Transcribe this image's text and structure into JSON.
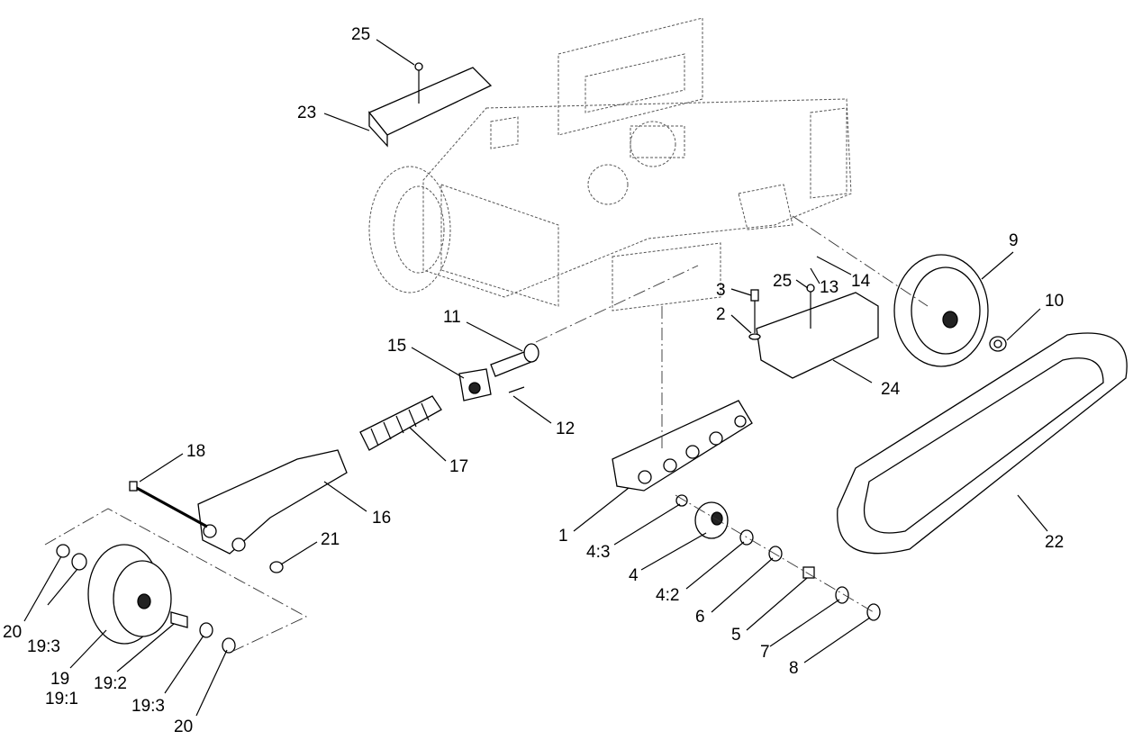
{
  "callouts": [
    {
      "id": "c25a",
      "label": "25"
    },
    {
      "id": "c23",
      "label": "23"
    },
    {
      "id": "c9",
      "label": "9"
    },
    {
      "id": "c10",
      "label": "10"
    },
    {
      "id": "c25b",
      "label": "25"
    },
    {
      "id": "c13",
      "label": "13"
    },
    {
      "id": "c14",
      "label": "14"
    },
    {
      "id": "c3",
      "label": "3"
    },
    {
      "id": "c2",
      "label": "2"
    },
    {
      "id": "c24",
      "label": "24"
    },
    {
      "id": "c11",
      "label": "11"
    },
    {
      "id": "c15",
      "label": "15"
    },
    {
      "id": "c12",
      "label": "12"
    },
    {
      "id": "c18",
      "label": "18"
    },
    {
      "id": "c17",
      "label": "17"
    },
    {
      "id": "c16",
      "label": "16"
    },
    {
      "id": "c21",
      "label": "21"
    },
    {
      "id": "c1",
      "label": "1"
    },
    {
      "id": "c4_3",
      "label": "4:3"
    },
    {
      "id": "c4",
      "label": "4"
    },
    {
      "id": "c4_2",
      "label": "4:2"
    },
    {
      "id": "c6",
      "label": "6"
    },
    {
      "id": "c5",
      "label": "5"
    },
    {
      "id": "c7",
      "label": "7"
    },
    {
      "id": "c8",
      "label": "8"
    },
    {
      "id": "c22",
      "label": "22"
    },
    {
      "id": "c20a",
      "label": "20"
    },
    {
      "id": "c19_3a",
      "label": "19:3"
    },
    {
      "id": "c19",
      "label": "19"
    },
    {
      "id": "c19_1",
      "label": "19:1"
    },
    {
      "id": "c19_2",
      "label": "19:2"
    },
    {
      "id": "c19_3b",
      "label": "19:3"
    },
    {
      "id": "c20b",
      "label": "20"
    }
  ]
}
